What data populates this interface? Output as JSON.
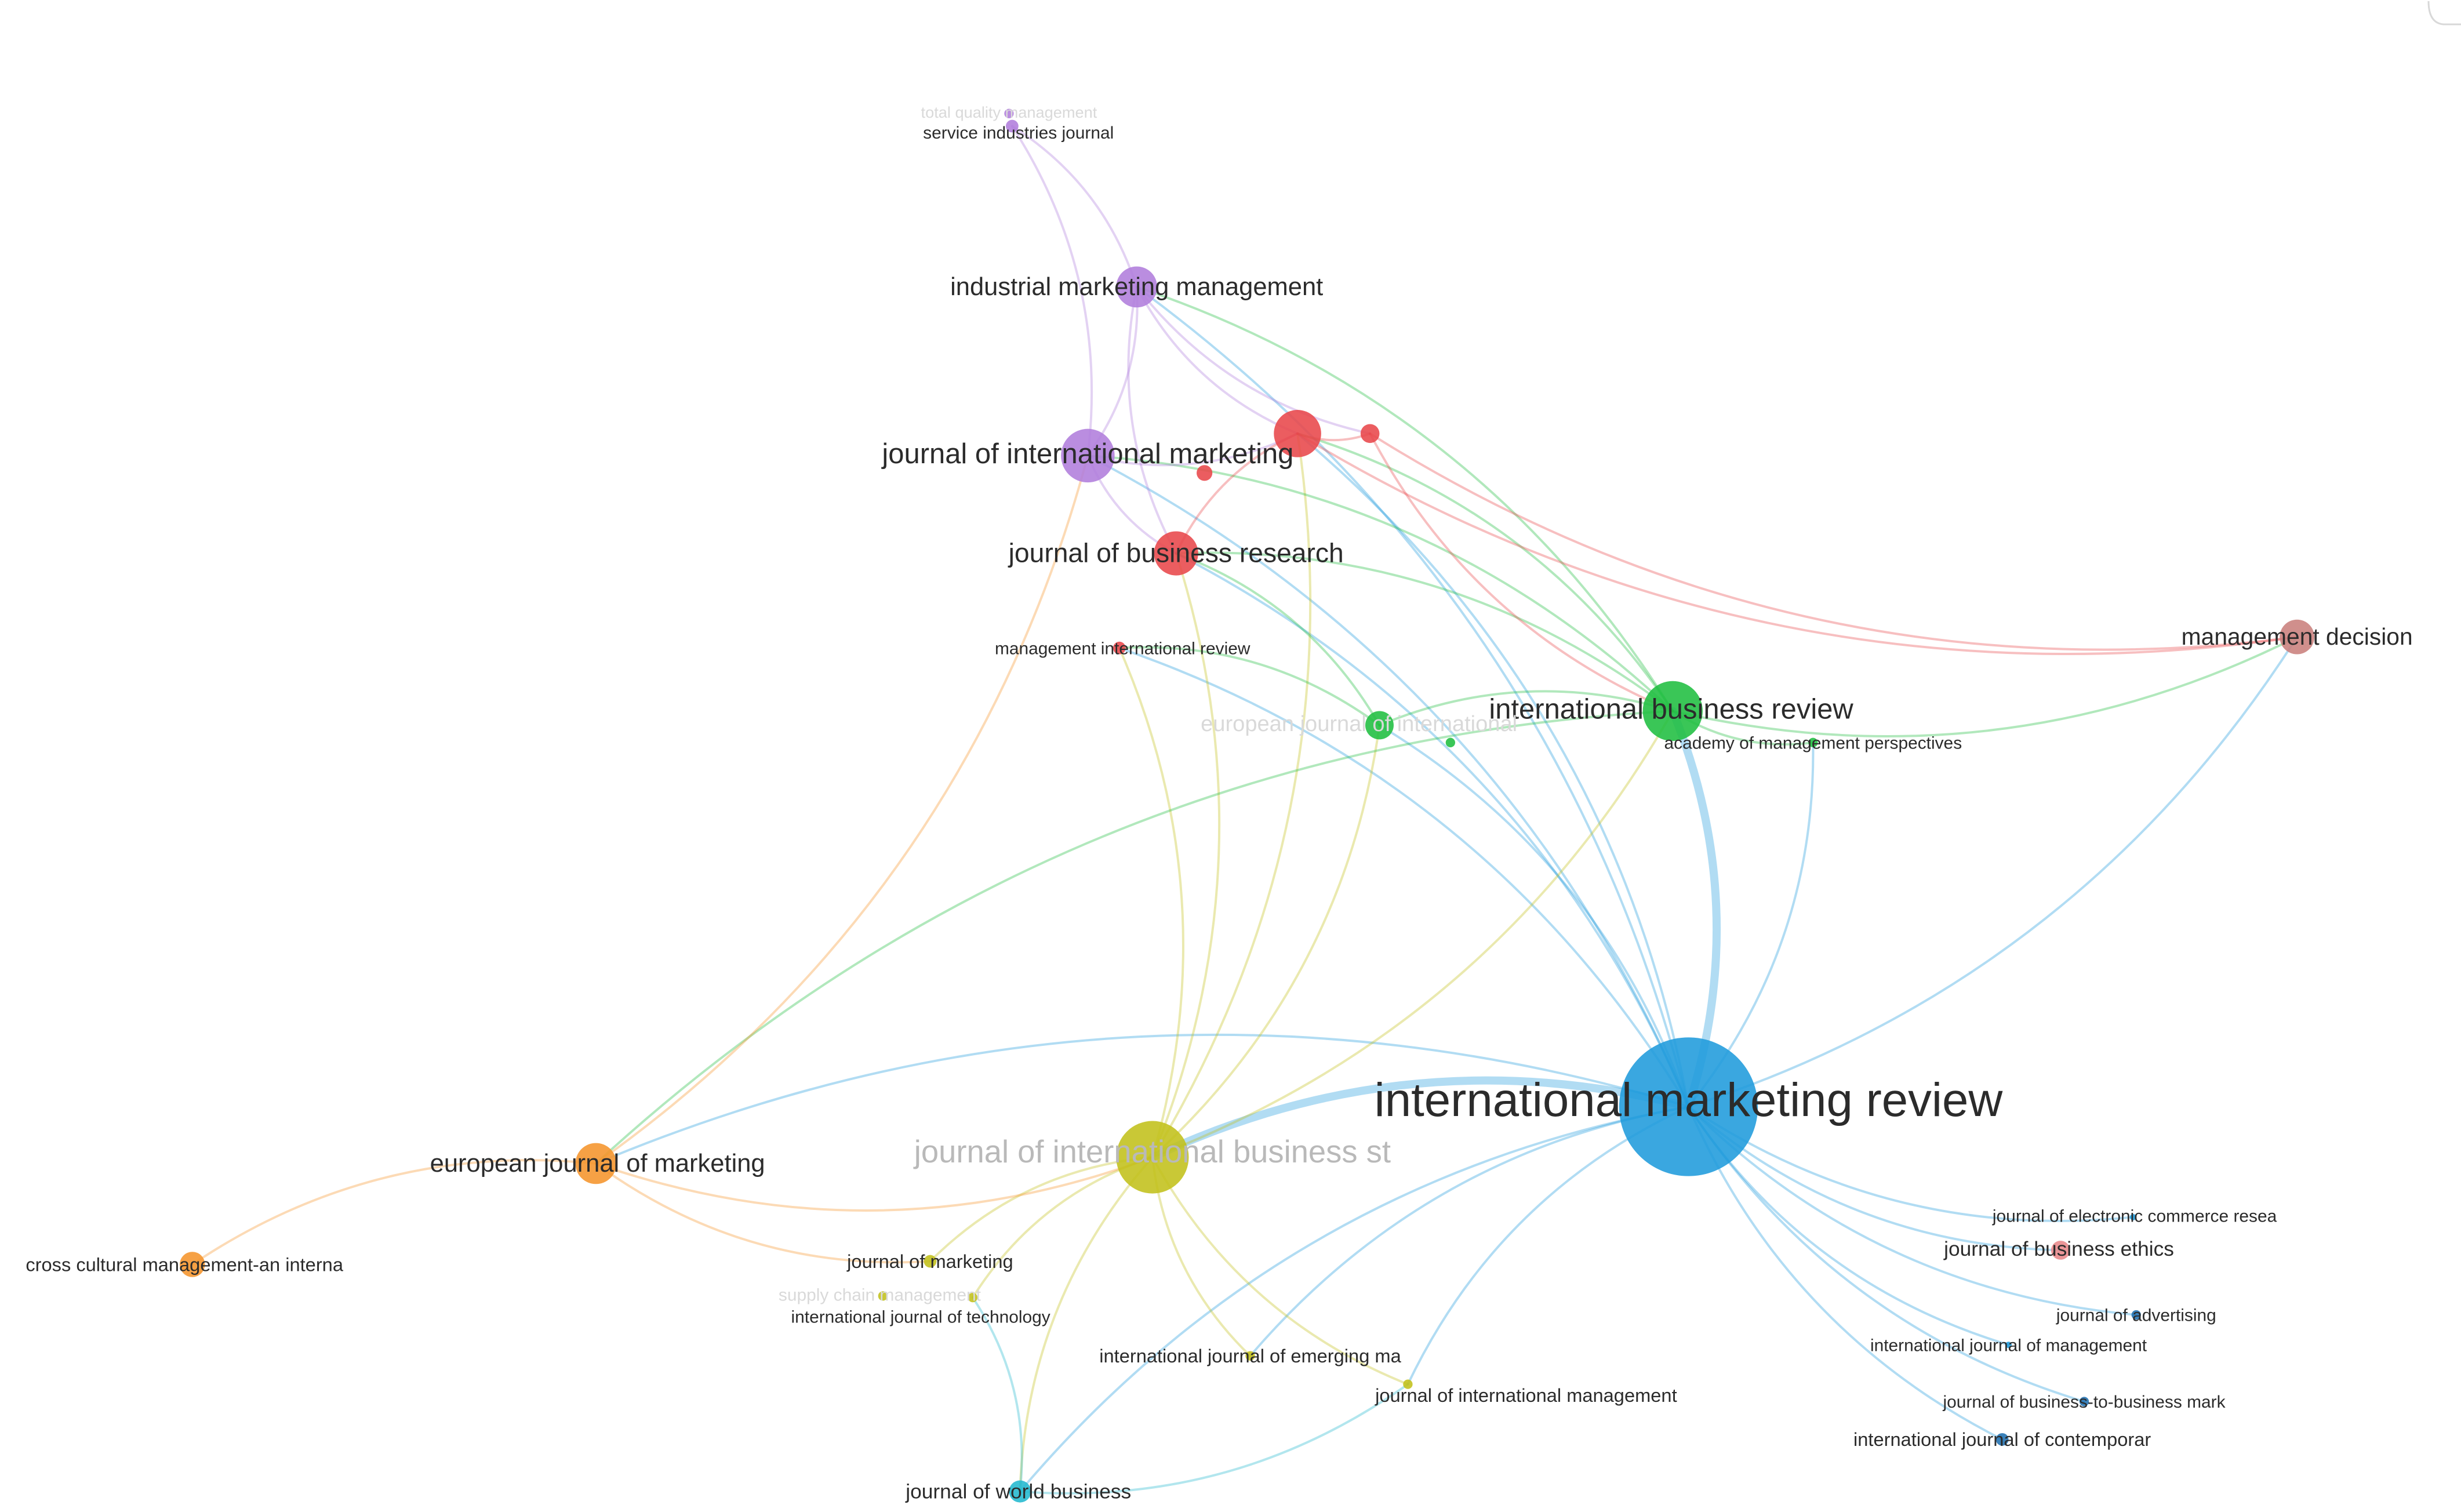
{
  "network": {
    "nodes": [
      {
        "id": "imr",
        "label": "international marketing review",
        "color": "#1f9bdc",
        "cluster": "blue"
      },
      {
        "id": "jibs",
        "label": "journal of international business st",
        "color": "#c2c01a",
        "cluster": "yellow",
        "label_style": "faint"
      },
      {
        "id": "ibr",
        "label": "international business review",
        "color": "#1fbe40",
        "cluster": "green"
      },
      {
        "id": "ejm",
        "label": "european journal of marketing",
        "color": "#f5942b",
        "cluster": "orange"
      },
      {
        "id": "jim",
        "label": "journal of international marketing",
        "color": "#b07ddc",
        "cluster": "purple"
      },
      {
        "id": "imm",
        "label": "industrial marketing management",
        "color": "#b07ddc",
        "cluster": "purple"
      },
      {
        "id": "jbr",
        "label": "journal of business research",
        "color": "#e8474a",
        "cluster": "red"
      },
      {
        "id": "red1",
        "label": "",
        "color": "#e8474a",
        "cluster": "red"
      },
      {
        "id": "red2",
        "label": "",
        "color": "#e8474a",
        "cluster": "red"
      },
      {
        "id": "red3",
        "label": "",
        "color": "#e8474a",
        "cluster": "red"
      },
      {
        "id": "mir",
        "label": "management international review",
        "color": "#e8474a",
        "cluster": "red"
      },
      {
        "id": "sij",
        "label": "service industries journal",
        "color": "#b07ddc",
        "cluster": "purple"
      },
      {
        "id": "sqr",
        "label": "total quality management",
        "color": "#b07ddc",
        "cluster": "purple",
        "label_style": "ghost"
      },
      {
        "id": "md",
        "label": "management decision",
        "color": "#c9807c",
        "cluster": "brown"
      },
      {
        "id": "ejim",
        "label": "european journal of international",
        "color": "#1fbe40",
        "cluster": "green",
        "label_style": "ghost"
      },
      {
        "id": "amp",
        "label": "academy of management perspectives",
        "color": "#1fbe40",
        "cluster": "green"
      },
      {
        "id": "grn3",
        "label": "",
        "color": "#1fbe40",
        "cluster": "green"
      },
      {
        "id": "ccm",
        "label": "cross cultural management-an interna",
        "color": "#f5942b",
        "cluster": "orange"
      },
      {
        "id": "jom",
        "label": "journal of marketing",
        "color": "#c2c01a",
        "cluster": "yellow"
      },
      {
        "id": "scm",
        "label": "supply chain management",
        "color": "#c2c01a",
        "cluster": "yellow",
        "label_style": "ghost"
      },
      {
        "id": "ijt",
        "label": "international journal of technology",
        "color": "#c2c01a",
        "cluster": "yellow"
      },
      {
        "id": "ijem",
        "label": "international journal of emerging ma",
        "color": "#c2c01a",
        "cluster": "yellow"
      },
      {
        "id": "jintm",
        "label": "journal of international management",
        "color": "#c2c01a",
        "cluster": "yellow"
      },
      {
        "id": "jwb",
        "label": "journal of world business",
        "color": "#22b8cf",
        "cluster": "cyan"
      },
      {
        "id": "jecr",
        "label": "journal of electronic commerce resea",
        "color": "#1f9bdc",
        "cluster": "blue"
      },
      {
        "id": "jbe",
        "label": "journal of business ethics",
        "color": "#e8878a",
        "cluster": "pink"
      },
      {
        "id": "joa",
        "label": "journal of advertising",
        "color": "#1f6fb0",
        "cluster": "blue"
      },
      {
        "id": "ijm",
        "label": "international journal of management",
        "color": "#1f9bdc",
        "cluster": "blue"
      },
      {
        "id": "jbbm",
        "label": "journal of business-to-business mark",
        "color": "#1f6fb0",
        "cluster": "blue"
      },
      {
        "id": "ijc",
        "label": "international journal of contemporar",
        "color": "#1f6fb0",
        "cluster": "blue"
      }
    ],
    "links": [
      [
        "imr",
        "jibs"
      ],
      [
        "imr",
        "ibr"
      ],
      [
        "imr",
        "ejm"
      ],
      [
        "imr",
        "jim"
      ],
      [
        "imr",
        "imm"
      ],
      [
        "imr",
        "jbr"
      ],
      [
        "imr",
        "md"
      ],
      [
        "imr",
        "jwb"
      ],
      [
        "imr",
        "jbe"
      ],
      [
        "imr",
        "jecr"
      ],
      [
        "imr",
        "joa"
      ],
      [
        "imr",
        "ijm"
      ],
      [
        "imr",
        "jbbm"
      ],
      [
        "imr",
        "ijc"
      ],
      [
        "imr",
        "jintm"
      ],
      [
        "imr",
        "ijem"
      ],
      [
        "imr",
        "amp"
      ],
      [
        "imr",
        "red1"
      ],
      [
        "imr",
        "ejim"
      ],
      [
        "imr",
        "mir"
      ],
      [
        "jibs",
        "ibr"
      ],
      [
        "jibs",
        "ejim"
      ],
      [
        "jibs",
        "jbr"
      ],
      [
        "jibs",
        "jwb"
      ],
      [
        "jibs",
        "jintm"
      ],
      [
        "jibs",
        "ijem"
      ],
      [
        "jibs",
        "jom"
      ],
      [
        "jibs",
        "red1"
      ],
      [
        "jibs",
        "mir"
      ],
      [
        "jibs",
        "ijt"
      ],
      [
        "ibr",
        "imm"
      ],
      [
        "ibr",
        "red1"
      ],
      [
        "ibr",
        "md"
      ],
      [
        "ibr",
        "ejm"
      ],
      [
        "ibr",
        "jbr"
      ],
      [
        "ibr",
        "ejim"
      ],
      [
        "ibr",
        "amp"
      ],
      [
        "ibr",
        "jim"
      ],
      [
        "ejm",
        "jim"
      ],
      [
        "ejm",
        "ccm"
      ],
      [
        "ejm",
        "jom"
      ],
      [
        "ejm",
        "jibs"
      ],
      [
        "jim",
        "imm"
      ],
      [
        "jim",
        "sij"
      ],
      [
        "jim",
        "jbr"
      ],
      [
        "jim",
        "red1"
      ],
      [
        "imm",
        "sij"
      ],
      [
        "imm",
        "red1"
      ],
      [
        "imm",
        "jbr"
      ],
      [
        "imm",
        "red2"
      ],
      [
        "red1",
        "red2"
      ],
      [
        "red1",
        "jbr"
      ],
      [
        "red1",
        "md"
      ],
      [
        "red2",
        "ibr"
      ],
      [
        "red2",
        "md"
      ],
      [
        "jwb",
        "ijt"
      ],
      [
        "jwb",
        "jintm"
      ],
      [
        "ejim",
        "jbr"
      ],
      [
        "ejim",
        "mir"
      ]
    ]
  }
}
